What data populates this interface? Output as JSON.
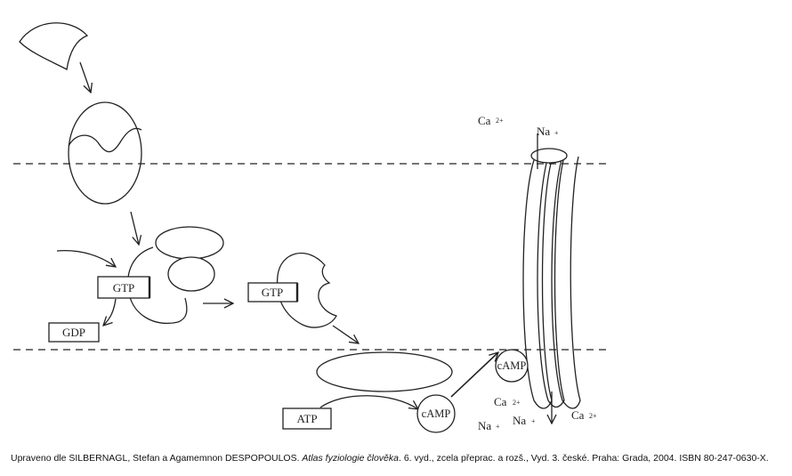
{
  "labels": {
    "gtp_1": "GTP",
    "gtp_2": "GTP",
    "gdp": "GDP",
    "atp": "ATP",
    "camp_1": "cAMP",
    "camp_2": "cAMP",
    "ca_top": "Ca",
    "ca_top_charge": "2+",
    "na_top": "Na",
    "na_top_charge": "+",
    "ca_mid": "Ca",
    "ca_mid_charge": "2+",
    "na_left": "Na",
    "na_left_charge": "+",
    "na_mid": "Na",
    "na_mid_charge": "+",
    "ca_right": "Ca",
    "ca_right_charge": "2+"
  },
  "caption": {
    "prefix": "Upraveno dle SILBERNAGL, Stefan a Agamemnon DESPOPOULOS. ",
    "title": "Atlas fyziologie člověka",
    "suffix": ". 6. vyd., zcela přeprac. a rozš., Vyd. 3. české. Praha: Grada, 2004. ISBN 80-247-0630-X."
  }
}
